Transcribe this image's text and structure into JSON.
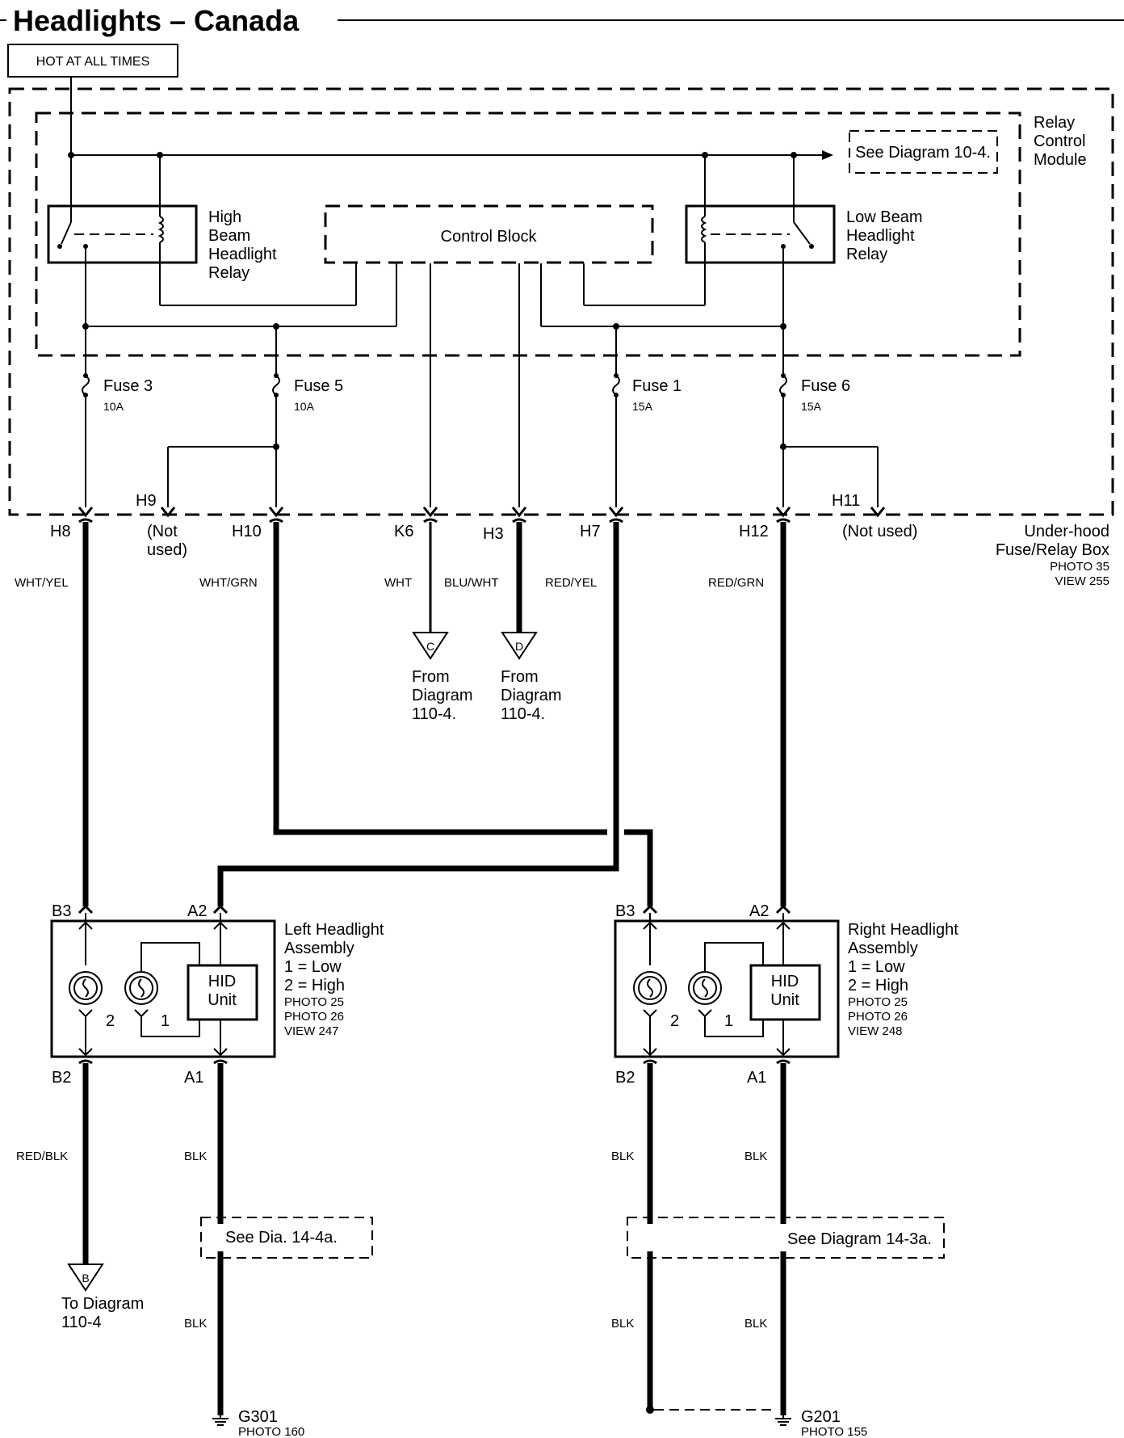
{
  "title": "Headlights – Canada",
  "power_label": "HOT AT ALL TIMES",
  "relay_control_module": {
    "label_lines": [
      "Relay",
      "Control",
      "Module"
    ],
    "see_diagram": "See Diagram 10-4.",
    "control_block": "Control Block",
    "high_relay_lines": [
      "High",
      "Beam",
      "Headlight",
      "Relay"
    ],
    "low_relay_lines": [
      "Low Beam",
      "Headlight",
      "Relay"
    ]
  },
  "fuses": [
    {
      "name": "Fuse 3",
      "rating": "10A"
    },
    {
      "name": "Fuse 5",
      "rating": "10A"
    },
    {
      "name": "Fuse 1",
      "rating": "15A"
    },
    {
      "name": "Fuse 6",
      "rating": "15A"
    }
  ],
  "fuse_box": {
    "label_lines": [
      "Under-hood",
      "Fuse/Relay Box"
    ],
    "photo": "PHOTO 35",
    "view": "VIEW 255"
  },
  "terminals": {
    "h8": "H8",
    "h9": "H9",
    "h10": "H10",
    "k6": "K6",
    "h3": "H3",
    "h7": "H7",
    "h12": "H12",
    "h11": "H11",
    "not_used_a": "(Not",
    "not_used_b": "used)",
    "not_used_h11": "(Not used)"
  },
  "wires": {
    "h8": "WHT/YEL",
    "h10": "WHT/GRN",
    "k6": "WHT",
    "h3": "BLU/WHT",
    "h7": "RED/YEL",
    "h12": "RED/GRN",
    "left_b2": "RED/BLK",
    "left_a1": "BLK",
    "left_a1_lower": "BLK",
    "right_b2": "BLK",
    "right_a1": "BLK",
    "right_b2_lower": "BLK",
    "right_a1_lower": "BLK"
  },
  "connectors": {
    "c": {
      "letter": "C",
      "lines": [
        "From",
        "Diagram",
        "110-4."
      ]
    },
    "d": {
      "letter": "D",
      "lines": [
        "From",
        "Diagram",
        "110-4."
      ]
    },
    "b": {
      "letter": "B",
      "lines": [
        "To Diagram",
        "110-4"
      ]
    }
  },
  "left_headlight": {
    "label_lines": [
      "Left Headlight",
      "Assembly",
      "1 = Low",
      "2 = High"
    ],
    "photos": [
      "PHOTO 25",
      "PHOTO 26",
      "VIEW 247"
    ],
    "pins": {
      "b3": "B3",
      "a2": "A2",
      "b2": "B2",
      "a1": "A1"
    },
    "hid_lines": [
      "HID",
      "Unit"
    ],
    "bulb_2": "2",
    "bulb_1": "1"
  },
  "right_headlight": {
    "label_lines": [
      "Right Headlight",
      "Assembly",
      "1 = Low",
      "2 = High"
    ],
    "photos": [
      "PHOTO 25",
      "PHOTO 26",
      "VIEW 248"
    ],
    "pins": {
      "b3": "B3",
      "a2": "A2",
      "b2": "B2",
      "a1": "A1"
    },
    "hid_lines": [
      "HID",
      "Unit"
    ],
    "bulb_2": "2",
    "bulb_1": "1"
  },
  "see_dia_left": "See Dia. 14-4a.",
  "see_dia_right": "See Diagram 14-3a.",
  "grounds": {
    "g301": {
      "name": "G301",
      "photo": "PHOTO 160"
    },
    "g201": {
      "name": "G201",
      "photo": "PHOTO 155"
    }
  }
}
